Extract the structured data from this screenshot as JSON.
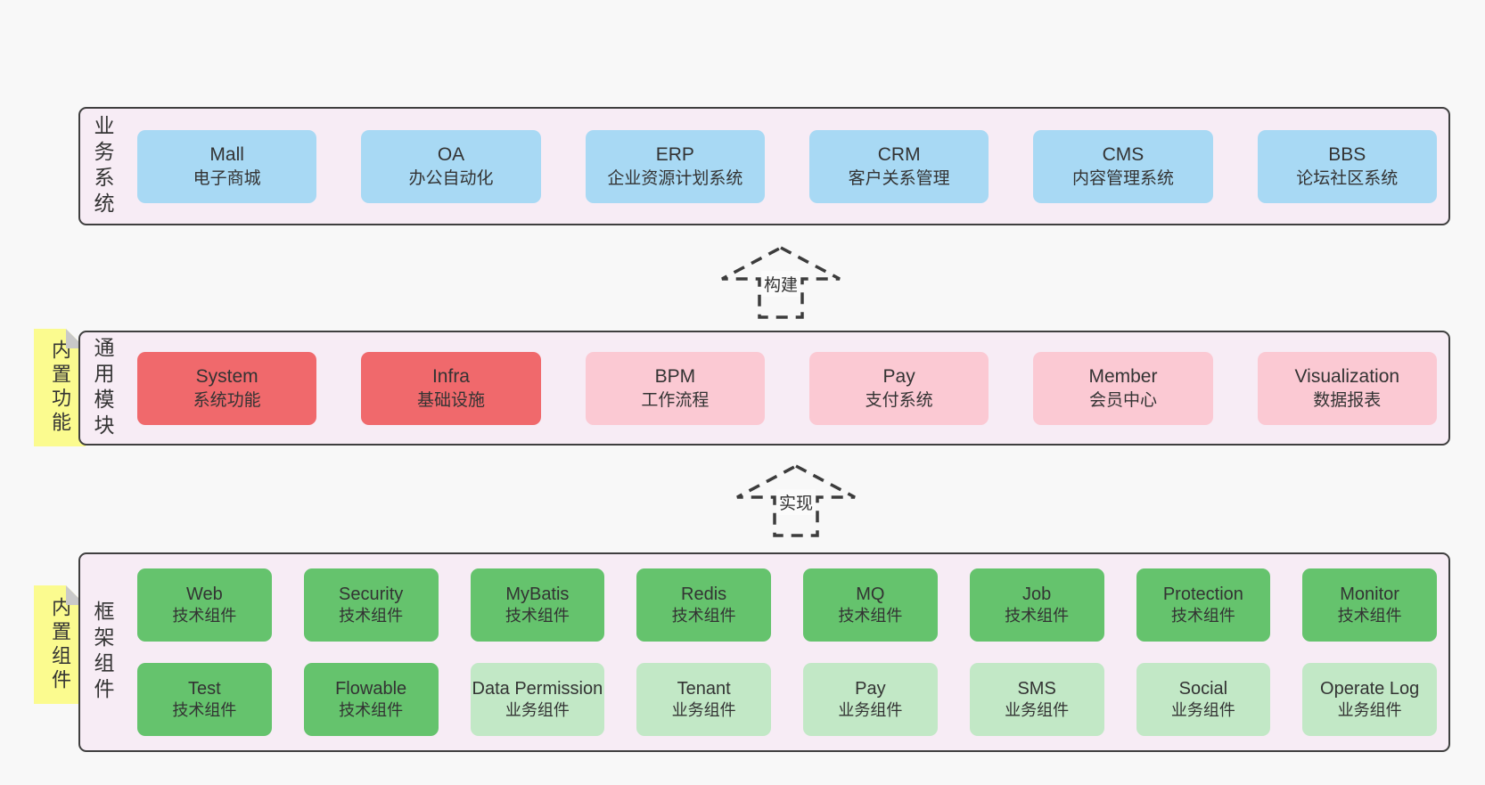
{
  "colors": {
    "page_bg": "#f8f8f8",
    "band_bg": "#f7ecf5",
    "band_border": "#3f3f3f",
    "blue_box": "#a8d9f4",
    "red_box": "#f0696c",
    "pink_box": "#fbc9d3",
    "green_box": "#65c36d",
    "light_green_box": "#c2e8c6",
    "sticky_yellow": "#fbfb8f",
    "text": "#333333"
  },
  "arrows": [
    {
      "label": "构建"
    },
    {
      "label": "实现"
    }
  ],
  "sections": {
    "business": {
      "label": "业务系统",
      "boxes": [
        {
          "en": "Mall",
          "cn": "电子商城"
        },
        {
          "en": "OA",
          "cn": "办公自动化"
        },
        {
          "en": "ERP",
          "cn": "企业资源计划系统"
        },
        {
          "en": "CRM",
          "cn": "客户关系管理"
        },
        {
          "en": "CMS",
          "cn": "内容管理系统"
        },
        {
          "en": "BBS",
          "cn": "论坛社区系统"
        }
      ]
    },
    "modules": {
      "label": "通用模块",
      "sticky": "内置功能",
      "boxes": [
        {
          "en": "System",
          "cn": "系统功能"
        },
        {
          "en": "Infra",
          "cn": "基础设施"
        },
        {
          "en": "BPM",
          "cn": "工作流程"
        },
        {
          "en": "Pay",
          "cn": "支付系统"
        },
        {
          "en": "Member",
          "cn": "会员中心"
        },
        {
          "en": "Visualization",
          "cn": "数据报表"
        }
      ]
    },
    "components": {
      "label": "框架组件",
      "sticky": "内置组件",
      "row1": [
        {
          "en": "Web",
          "cn": "技术组件"
        },
        {
          "en": "Security",
          "cn": "技术组件"
        },
        {
          "en": "MyBatis",
          "cn": "技术组件"
        },
        {
          "en": "Redis",
          "cn": "技术组件"
        },
        {
          "en": "MQ",
          "cn": "技术组件"
        },
        {
          "en": "Job",
          "cn": "技术组件"
        },
        {
          "en": "Protection",
          "cn": "技术组件"
        },
        {
          "en": "Monitor",
          "cn": "技术组件"
        }
      ],
      "row2": [
        {
          "en": "Test",
          "cn": "技术组件"
        },
        {
          "en": "Flowable",
          "cn": "技术组件"
        },
        {
          "en": "Data Permission",
          "cn": "业务组件"
        },
        {
          "en": "Tenant",
          "cn": "业务组件"
        },
        {
          "en": "Pay",
          "cn": "业务组件"
        },
        {
          "en": "SMS",
          "cn": "业务组件"
        },
        {
          "en": "Social",
          "cn": "业务组件"
        },
        {
          "en": "Operate Log",
          "cn": "业务组件"
        }
      ]
    }
  }
}
